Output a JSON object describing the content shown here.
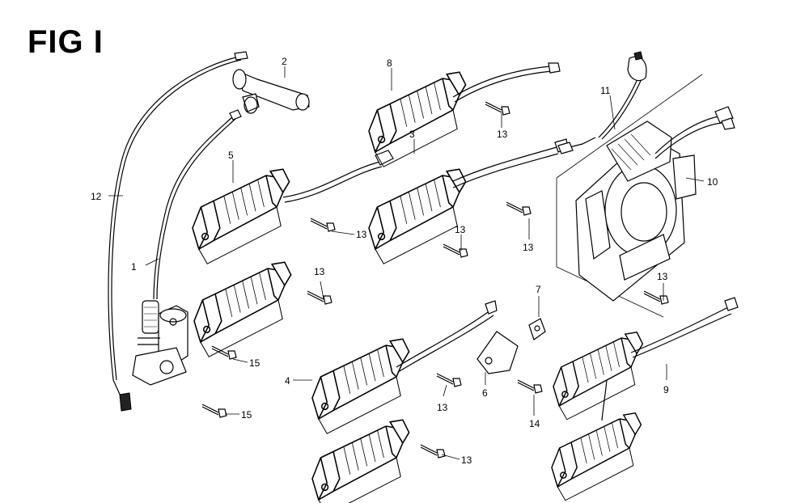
{
  "figure": {
    "title": "FIG I"
  },
  "callouts": {
    "c1": "1",
    "c2": "2",
    "c3": "3",
    "c4": "4",
    "c5": "5",
    "c6": "6",
    "c7": "7",
    "c8": "8",
    "c9": "9",
    "c10": "10",
    "c11": "11",
    "c12": "12",
    "c13a": "13",
    "c13b": "13",
    "c13c": "13",
    "c13d": "13",
    "c13e": "13",
    "c13f": "13",
    "c13g": "13",
    "c13h": "13",
    "c14": "14",
    "c15a": "15",
    "c15b": "15"
  }
}
